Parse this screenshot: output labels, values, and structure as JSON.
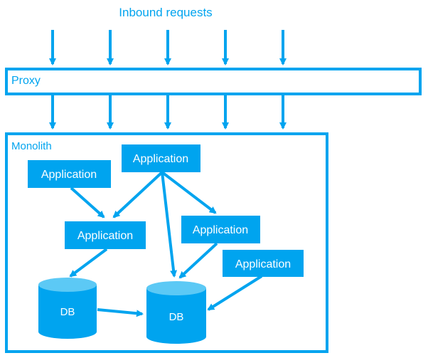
{
  "diagram": {
    "title": "Inbound requests",
    "proxy_label": "Proxy",
    "monolith_label": "Monolith",
    "applications": [
      {
        "label": "Application"
      },
      {
        "label": "Application"
      },
      {
        "label": "Application"
      },
      {
        "label": "Application"
      },
      {
        "label": "Application"
      }
    ],
    "databases": [
      {
        "label": "DB"
      },
      {
        "label": "DB"
      }
    ],
    "colors": {
      "accent": "#00a4ef",
      "db_top": "#5cc9f5",
      "text_on_box": "#ffffff",
      "background": "#ffffff"
    }
  }
}
